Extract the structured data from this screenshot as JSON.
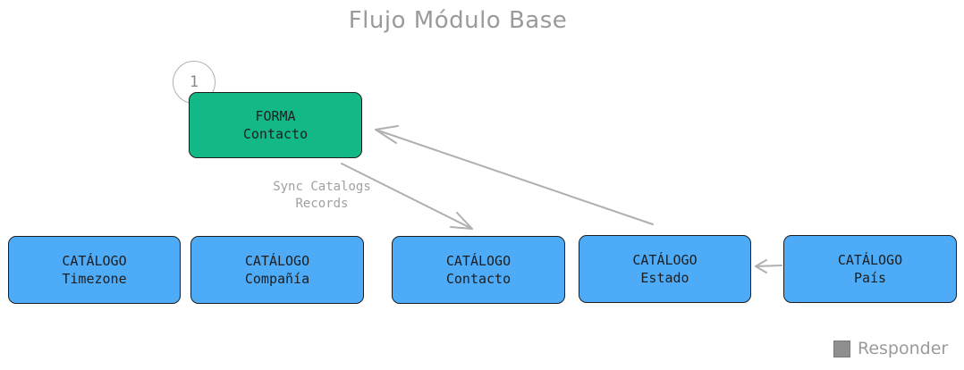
{
  "title": "Flujo Módulo Base",
  "step_badge": "1",
  "nodes": {
    "forma_contacto": {
      "line1": "FORMA",
      "line2": "Contacto",
      "color": "#12b886"
    },
    "catalogo_timezone": {
      "line1": "CATÁLOGO",
      "line2": "Timezone",
      "color": "#4dabf7"
    },
    "catalogo_compania": {
      "line1": "CATÁLOGO",
      "line2": "Compañía",
      "color": "#4dabf7"
    },
    "catalogo_contacto": {
      "line1": "CATÁLOGO",
      "line2": "Contacto",
      "color": "#4dabf7"
    },
    "catalogo_estado": {
      "line1": "CATÁLOGO",
      "line2": "Estado",
      "color": "#4dabf7"
    },
    "catalogo_pais": {
      "line1": "CATÁLOGO",
      "line2": "País",
      "color": "#4dabf7"
    }
  },
  "edges": {
    "sync_label_line1": "Sync Catalogs",
    "sync_label_line2": "Records"
  },
  "footer": {
    "responder_label": "Responder"
  }
}
